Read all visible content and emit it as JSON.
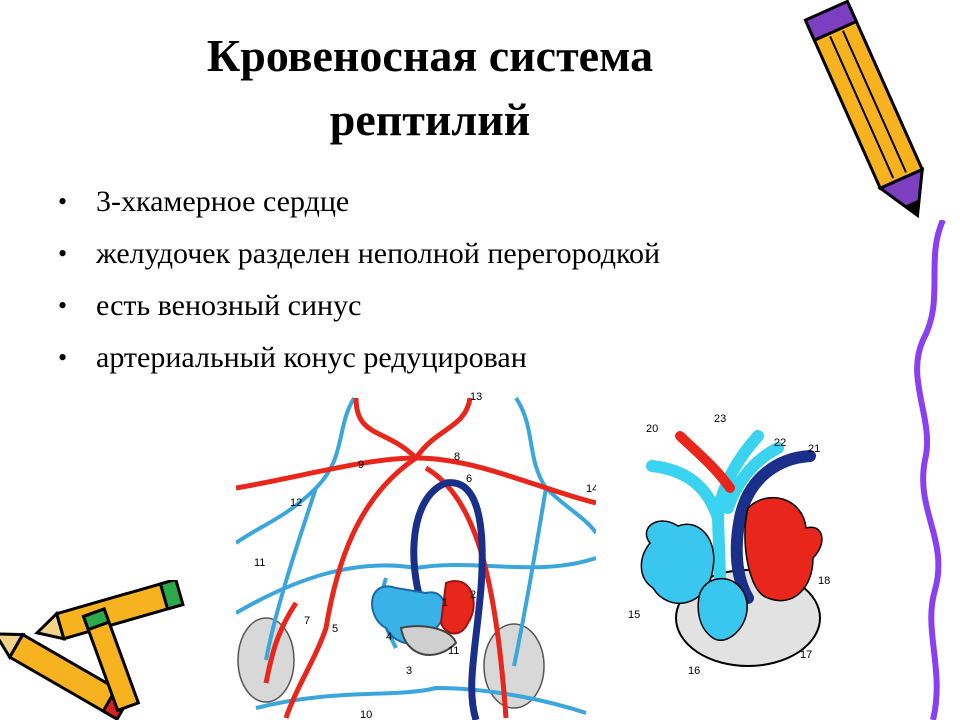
{
  "slide": {
    "title_line1": "Кровеносная система",
    "title_line2": "рептилий",
    "bullets": [
      "3-хкамерное сердце",
      "желудочек разделен неполной перегородкой",
      "есть венозный синус",
      "артериальный конус редуцирован"
    ]
  },
  "figure_left": {
    "labels": [
      "1",
      "2",
      "3",
      "4",
      "5",
      "6",
      "7",
      "8",
      "9",
      "10",
      "11",
      "12",
      "13",
      "14",
      "11"
    ]
  },
  "figure_right": {
    "labels": [
      "15",
      "16",
      "17",
      "18",
      "20",
      "21",
      "22",
      "23"
    ]
  },
  "colors": {
    "artery": "#e8261c",
    "vein": "#3aa6dc",
    "dark_vein": "#1a2f8a",
    "light_blue": "#39d3ef"
  }
}
